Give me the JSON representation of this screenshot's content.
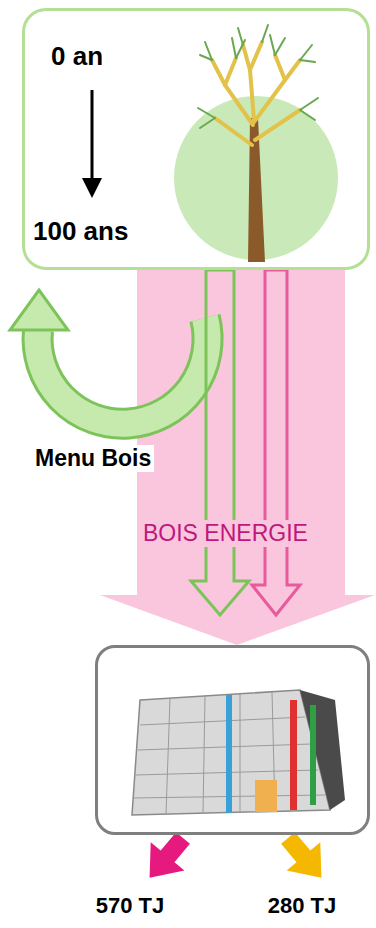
{
  "diagram": {
    "nodes": [
      {
        "text": [
          "0 an",
          "100 ans"
        ]
      },
      {
        "text": []
      }
    ],
    "edges": [
      {
        "from": 0,
        "to": 1,
        "label": "Menu Bois",
        "arrow": "to"
      },
      {
        "from": 0,
        "to": 1,
        "label": "BOIS ENERGIE",
        "arrow": "to"
      }
    ],
    "labels": [
      "570 TJ",
      "280 TJ"
    ]
  }
}
